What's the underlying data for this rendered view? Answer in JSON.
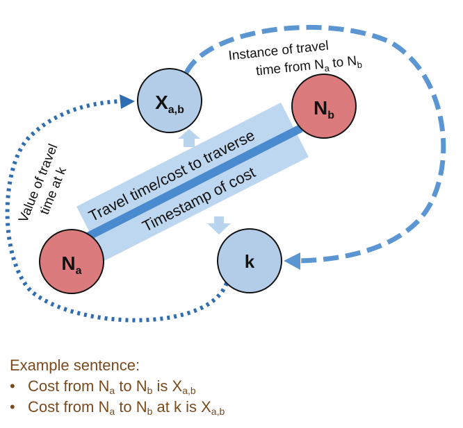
{
  "nodes": {
    "xab": {
      "main": "X",
      "sub": "a,b"
    },
    "nb": {
      "main": "N",
      "sub": "b"
    },
    "na": {
      "main": "N",
      "sub": "a"
    },
    "k": {
      "main": "k"
    }
  },
  "labels": {
    "travel_cost": "Travel time/cost to traverse",
    "timestamp": "Timestamp of cost",
    "value_line1": "Value of travel",
    "value_line2": "time at k",
    "instance_line1": "Instance of travel",
    "instance_line2_prefix": "time from N",
    "instance_sub_a": "a",
    "instance_mid": " to N",
    "instance_sub_b": "b"
  },
  "caption": {
    "heading": "Example sentence:",
    "bullet": "•",
    "line1": {
      "p1": "Cost from N",
      "s1": "a",
      "p2": " to N",
      "s2": "b",
      "p3": " is X",
      "s3": "a,b"
    },
    "line2": {
      "p1": "Cost from N",
      "s1": "a",
      "p2": " to N",
      "s2": "b",
      "p3": " at k is X",
      "s3": "a,b"
    }
  },
  "colors": {
    "red_node": "#dc7b7e",
    "blue_node": "#b3cde9",
    "edge": "#4a8bd0",
    "label_box": "#b8d4ef",
    "dotted": "#2f6db2",
    "dashed": "#5b96d3",
    "caption_text": "#7a4a1f"
  }
}
